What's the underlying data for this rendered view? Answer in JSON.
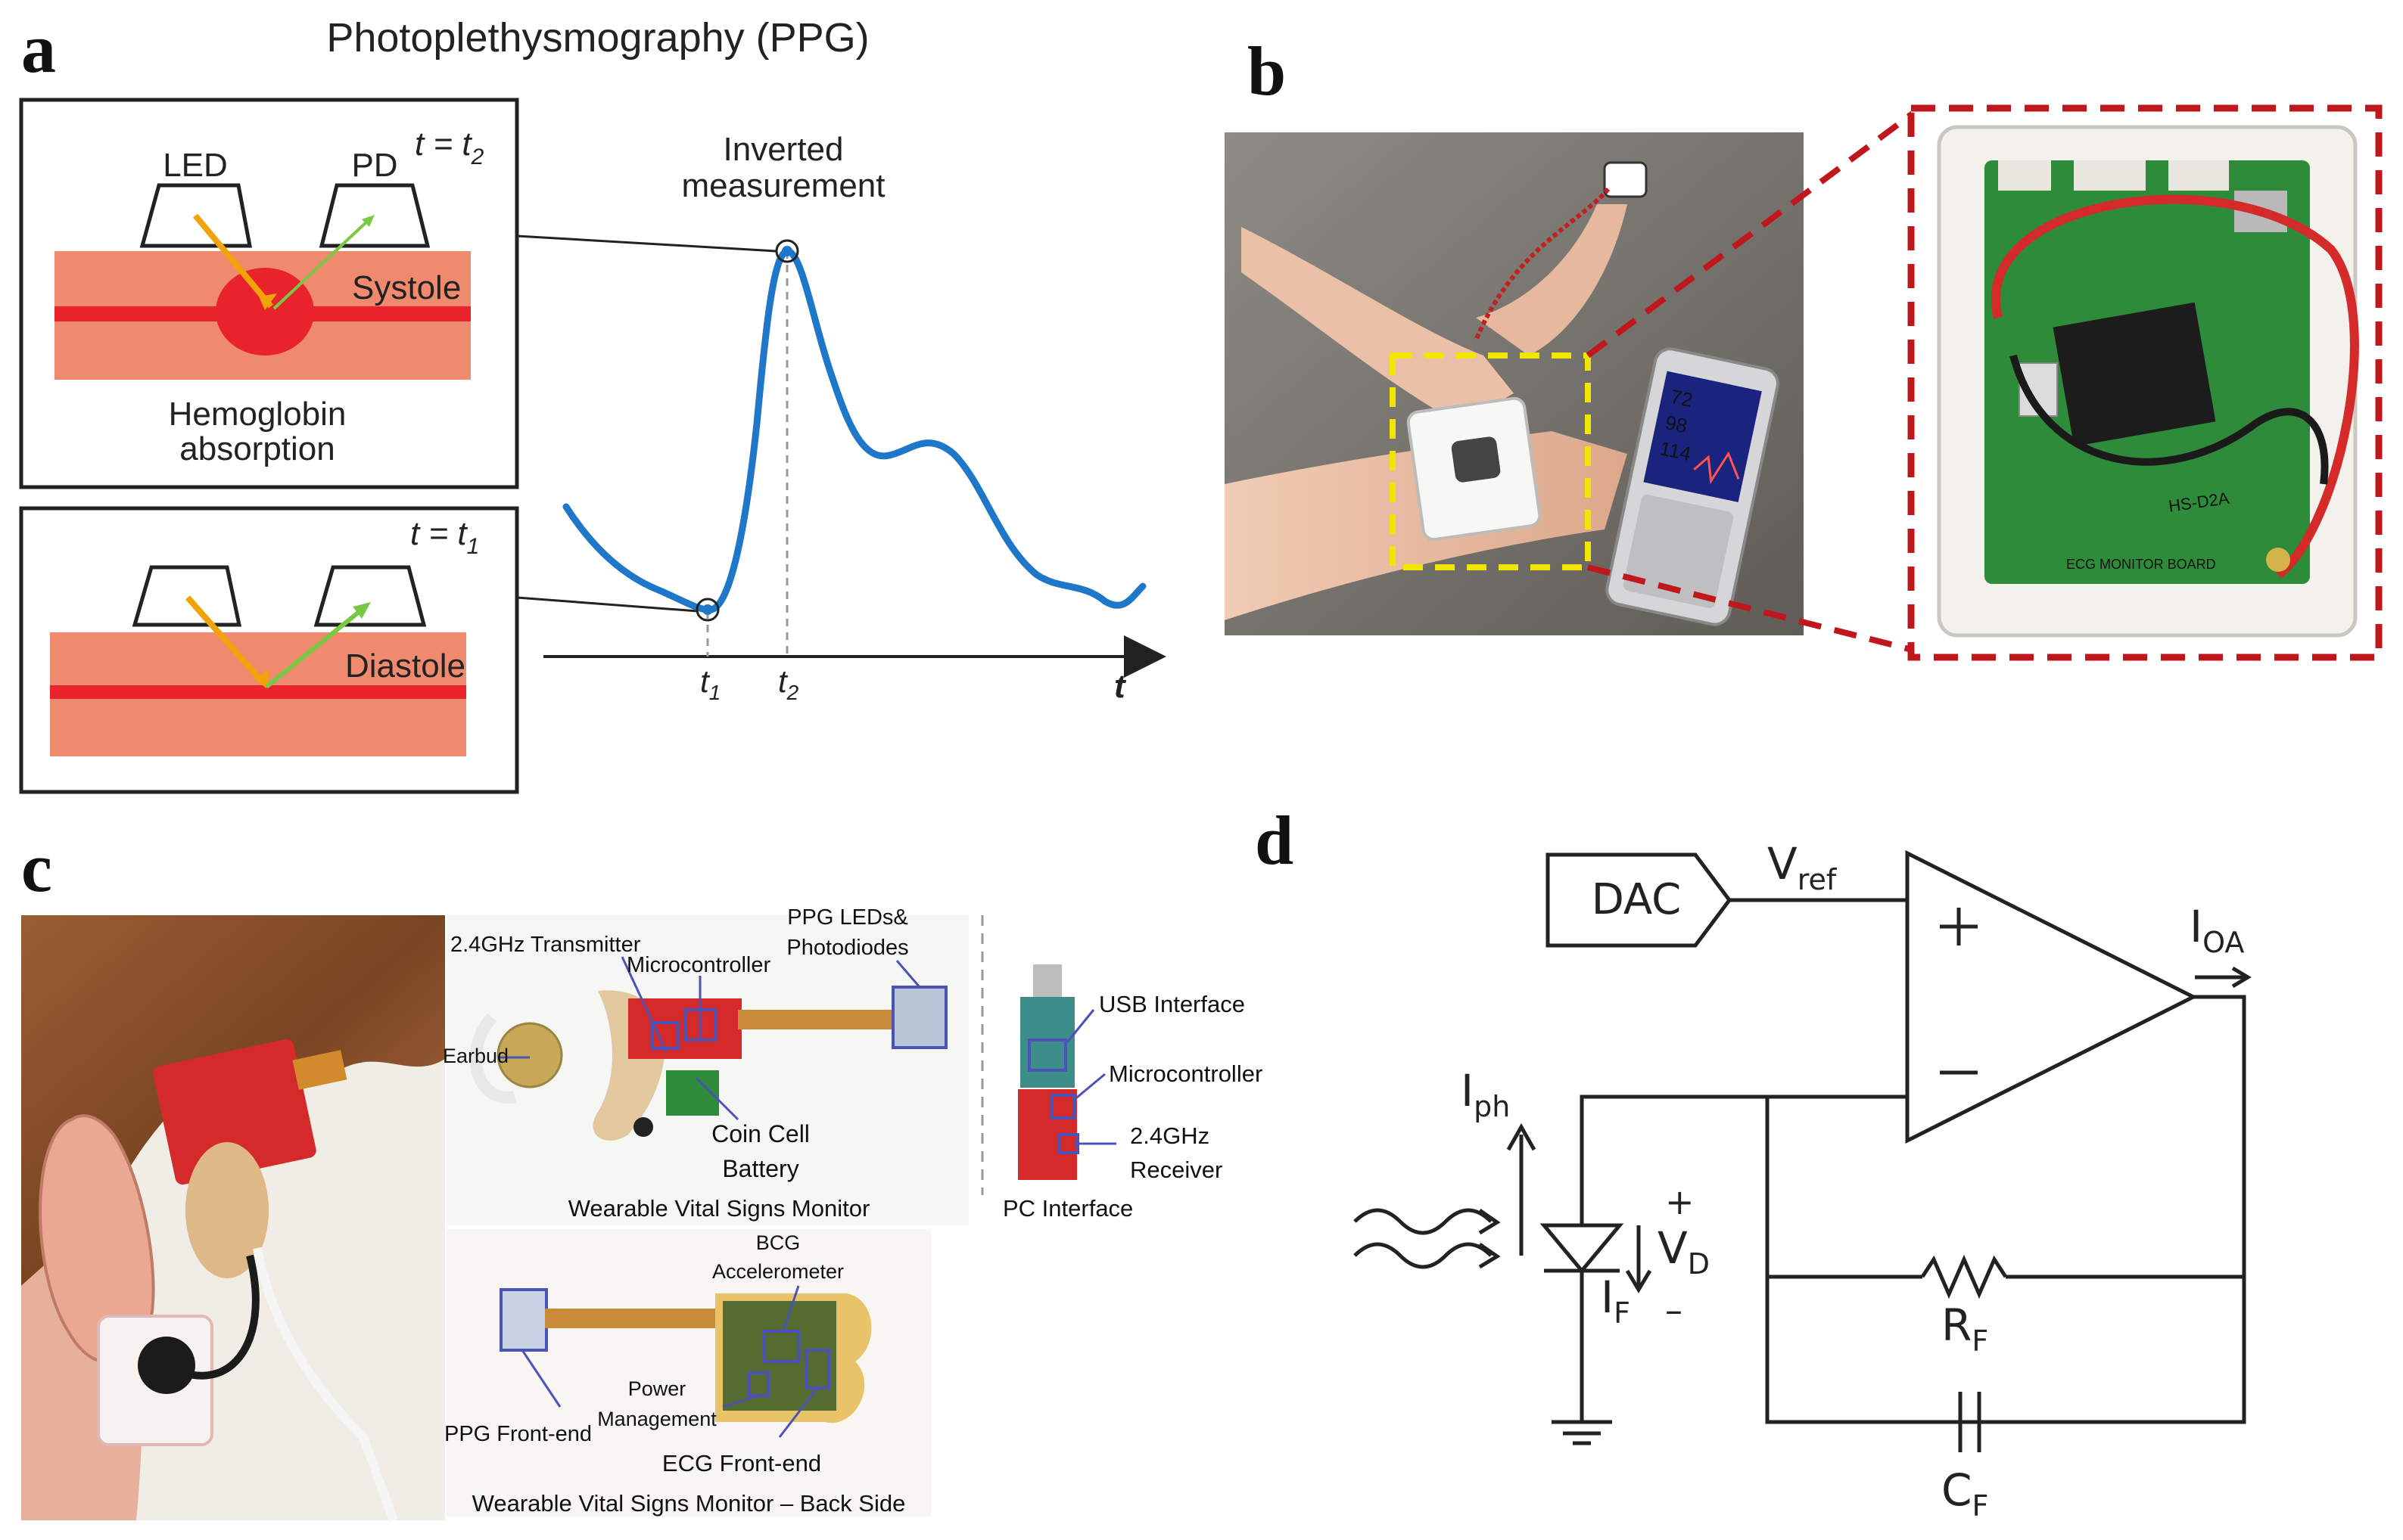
{
  "panels": {
    "a": {
      "letter": "a",
      "title": "Photoplethysmography (PPG)",
      "top_box": {
        "time": "t = t",
        "time_sub": "2",
        "led": "LED",
        "pd": "PD",
        "phase": "Systole",
        "caption_1": "Hemoglobin",
        "caption_2": "absorption"
      },
      "bottom_box": {
        "time": "t = t",
        "time_sub": "1",
        "phase": "Diastole"
      },
      "peak_label_1": "Inverted",
      "peak_label_2": "measurement",
      "t1": "t",
      "t1_sub": "1",
      "t2": "t",
      "t2_sub": "2",
      "axis": "t"
    },
    "b": {
      "letter": "b",
      "board_text_1": "HS-D2A",
      "board_text_2": "ECG MONITOR BOARD",
      "phone_numbers": [
        "72",
        "98",
        "114"
      ]
    },
    "c": {
      "letter": "c",
      "labels": {
        "transmitter": "2.4GHz Transmitter",
        "microcontroller": "Microcontroller",
        "ppg_leds_1": "PPG LEDs&",
        "ppg_leds_2": "Photodiodes",
        "earbud": "Earbud",
        "coin_cell_1": "Coin Cell",
        "coin_cell_2": "Battery",
        "front_caption": "Wearable Vital Signs Monitor",
        "usb": "USB Interface",
        "pc_micro": "Microcontroller",
        "receiver_1": "2.4GHz",
        "receiver_2": "Receiver",
        "pc_caption": "PC Interface",
        "bcg_1": "BCG",
        "bcg_2": "Accelerometer",
        "power_1": "Power",
        "power_2": "Management",
        "ppg_front": "PPG Front-end",
        "ecg_front": "ECG Front-end",
        "back_caption": "Wearable Vital Signs Monitor – Back Side"
      }
    },
    "d": {
      "letter": "d",
      "dac": "DAC",
      "vref": "V",
      "vref_sub": "ref",
      "plus": "+",
      "minus": "–",
      "ioa": "I",
      "ioa_sub": "OA",
      "iph": "I",
      "iph_sub": "ph",
      "vd": "V",
      "vd_sub": "D",
      "vd_plus": "+",
      "vd_minus": "–",
      "if": "I",
      "if_sub": "F",
      "rf": "R",
      "rf_sub": "F",
      "cf": "C",
      "cf_sub": "F"
    }
  },
  "colors": {
    "tissue": "#f08a6e",
    "vessel": "#e8232b",
    "signal": "#1f77c9",
    "led_ray": "#f0a30a",
    "pd_ray": "#7ac943",
    "dash_yellow": "#f2e600",
    "dash_red": "#c0171c",
    "pcb_green": "#2e8b3a",
    "pcb_red": "#d42a2a"
  }
}
